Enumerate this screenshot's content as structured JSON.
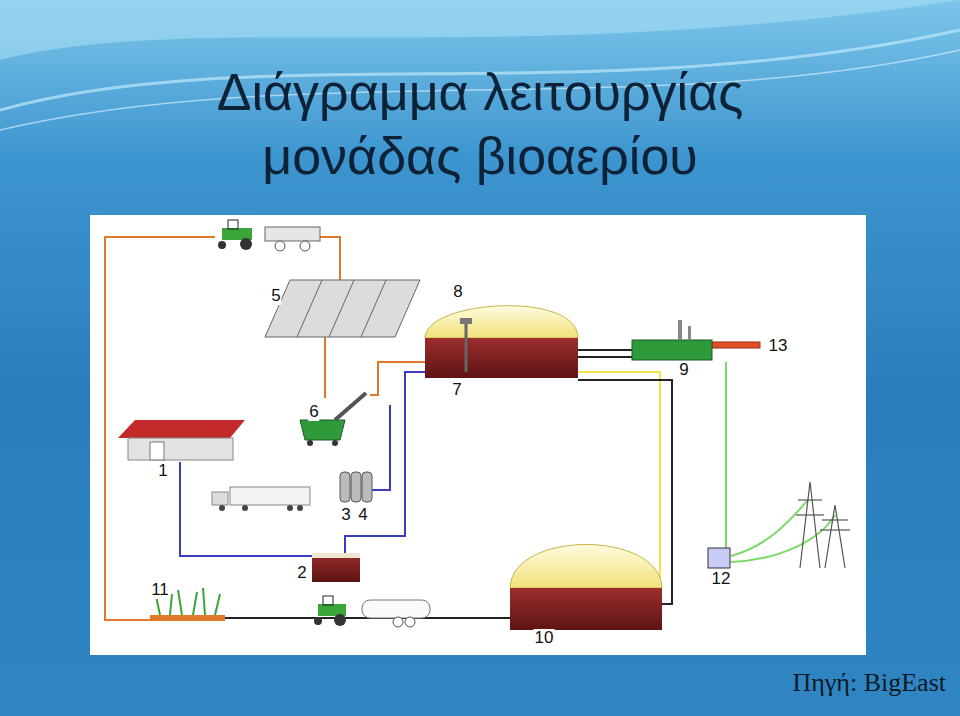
{
  "diagram": {
    "title": "Διάγραμμα λειτουργίας μονάδας βιοαερίου",
    "caption": "Πηγή: BigEast",
    "labels": [
      "8",
      "5",
      "13",
      "9",
      "7",
      "6",
      "1",
      "3",
      "4",
      "2",
      "12",
      "11",
      "10"
    ]
  }
}
